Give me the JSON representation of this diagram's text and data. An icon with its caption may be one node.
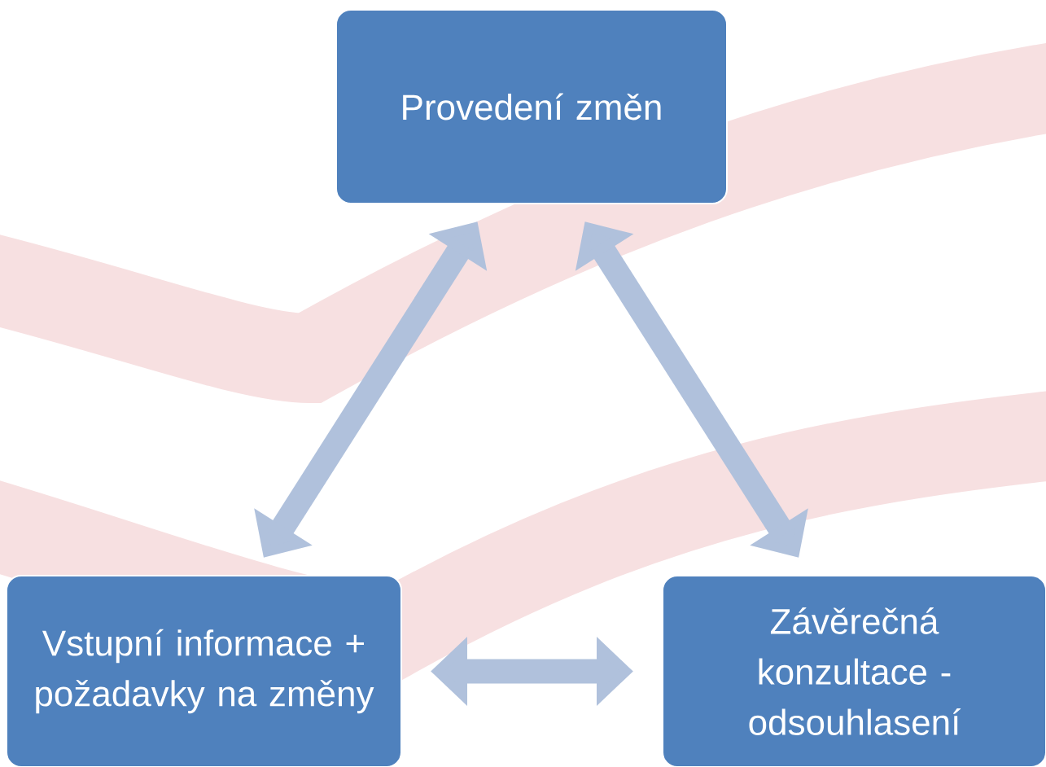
{
  "diagram": {
    "nodes": [
      {
        "text": [
          "Provedení změn"
        ]
      },
      {
        "text": [
          "Vstupní informace + požadavky na změny"
        ]
      },
      {
        "text": [
          "Závěrečná konzultace - odsouhlasení"
        ]
      }
    ],
    "edges": [
      {
        "from": 1,
        "to": 0,
        "arrow": "both"
      },
      {
        "from": 0,
        "to": 2,
        "arrow": "both"
      },
      {
        "from": 1,
        "to": 2,
        "arrow": "both"
      }
    ]
  }
}
